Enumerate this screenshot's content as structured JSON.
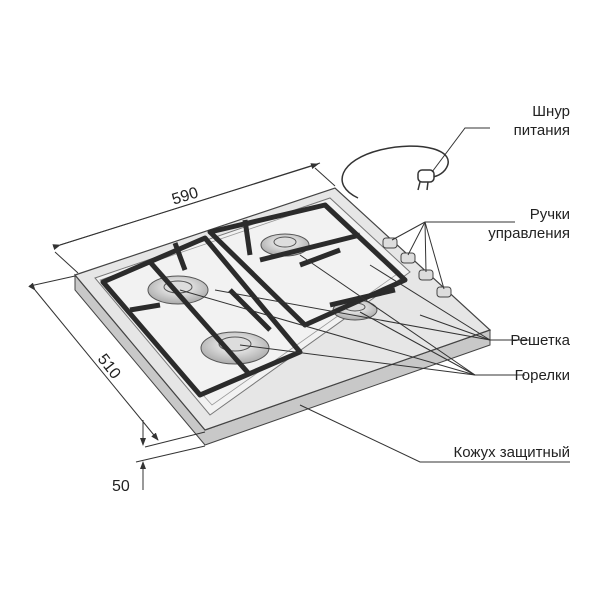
{
  "labels": {
    "cord": [
      "Шнур",
      "питания"
    ],
    "knobs": [
      "Ручки",
      "управления"
    ],
    "grate": "Решетка",
    "burners": "Горелки",
    "casing": "Кожух защитный"
  },
  "dimensions": {
    "width": "590",
    "depth": "510",
    "height": "50"
  },
  "colors": {
    "line": "#333333",
    "surface": "#e6e6e6",
    "grate": "#2b2b2b"
  }
}
